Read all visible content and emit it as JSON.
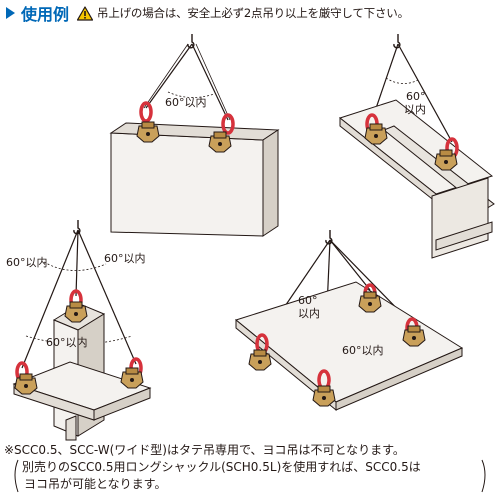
{
  "header": {
    "title": "使用例",
    "warning": "吊上げの場合は、安全上必ず2点吊り以上を厳守して下さい。"
  },
  "angles": {
    "a1": "60°以内",
    "a2_deg": "60°",
    "a2_text": "以内",
    "a3_left": "60°以内",
    "a3_right": "60°以内",
    "a3_bottom": "60°以内",
    "a4_deg": "60°",
    "a4_text": "以内",
    "a4_bottom": "60°以内"
  },
  "notes": {
    "line1": "※SCC0.5、SCC-W(ワイド型)はタテ吊専用で、ヨコ吊は不可となります。",
    "line2": "別売りのSCC0.5用ロングシャックル(SCH0.5L)を使用すれば、SCC0.5は",
    "line3": "ヨコ吊が可能となります。"
  },
  "colors": {
    "accent": "#0068b7",
    "clamp": "#c9a05a",
    "shackle": "#d6323c",
    "plate": "#f4f2ef",
    "line": "#231815"
  }
}
